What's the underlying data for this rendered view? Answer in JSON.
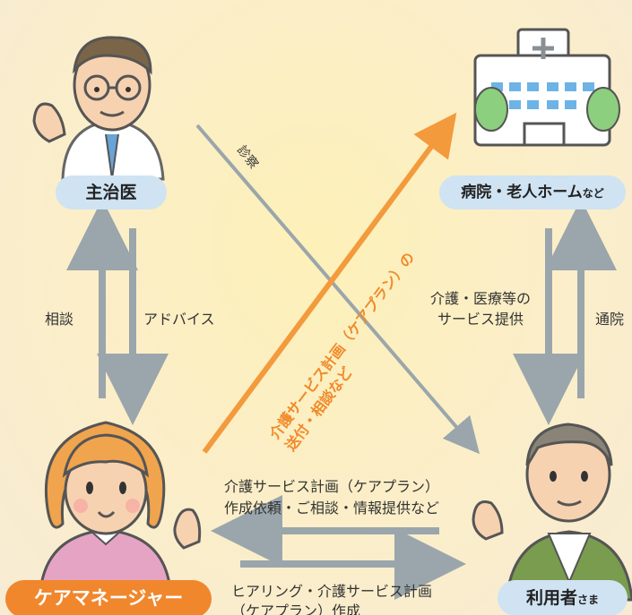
{
  "nodes": {
    "doctor": "主治医",
    "hospital_main": "病院・老人ホーム",
    "hospital_suffix": "など",
    "care_manager": "ケアマネージャー",
    "user_main": "利用者",
    "user_suffix": "さま"
  },
  "edges": {
    "consult": "相談",
    "advice": "アドバイス",
    "examination": "診察",
    "service_provision_1": "介護・医療等の",
    "service_provision_2": "サービス提供",
    "visit": "通院",
    "care_plan_send_1": "介護サービス計画（ケアプラン）の",
    "care_plan_send_2": "送付・相談など",
    "request_1": "介護サービス計画（ケアプラン）",
    "request_2": "作成依頼・ご相談・情報提供など",
    "hearing_1": "ヒアリング・介護サービス計画",
    "hearing_2": "（ケアプラン）作成"
  },
  "colors": {
    "pill_blue": "#cfe3f2",
    "orange": "#f39a3c",
    "arrow_gray": "#9aa6ab"
  }
}
